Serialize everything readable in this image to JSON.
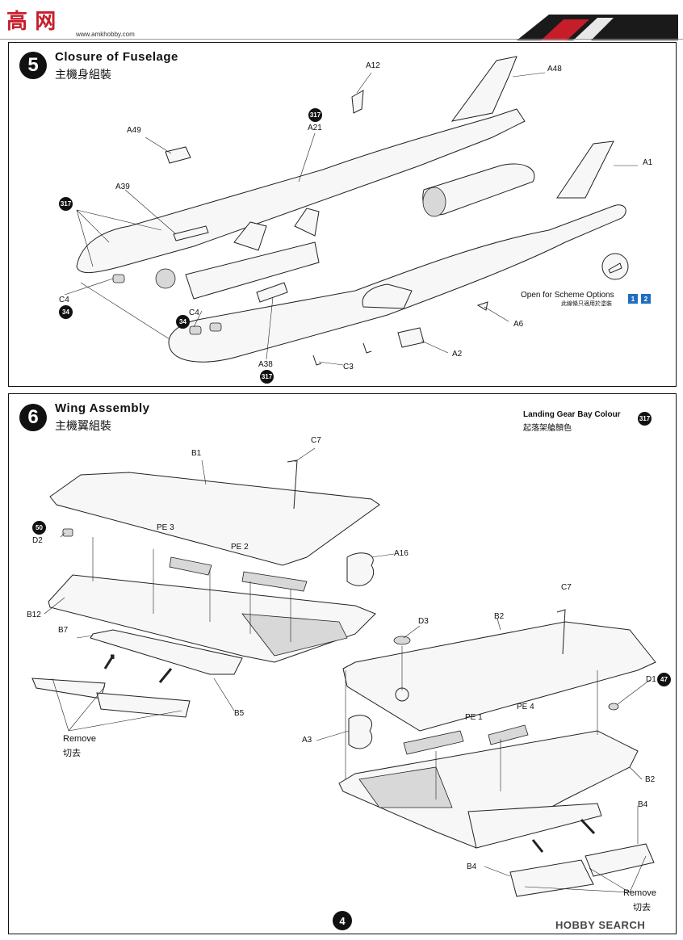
{
  "header": {
    "logo_text": "高 网",
    "site_url": "www.amkhobby.com"
  },
  "step5": {
    "number": "5",
    "title": "Closure of Fuselage",
    "subtitle": "主機身組裝",
    "labels": {
      "a12": "A12",
      "a48": "A48",
      "a49": "A49",
      "a21": "A21",
      "a1": "A1",
      "a39": "A39",
      "c4_left": "C4",
      "c4_mid": "C4",
      "a6": "A6",
      "a2": "A2",
      "a38": "A38",
      "c3": "C3"
    },
    "badges": {
      "b317_a21": "317",
      "b317_a39": "317",
      "b34_c4left": "34",
      "b34_c4mid": "34",
      "b317_a38": "317"
    },
    "scheme_note": "Open for Scheme Options",
    "scheme_note_cn": "此線條只適用於塗裝",
    "scheme_options": [
      "1",
      "2"
    ]
  },
  "step6": {
    "number": "6",
    "title": "Wing Assembly",
    "subtitle": "主機翼組裝",
    "gear_bay_note": "Landing Gear Bay Colour",
    "gear_bay_note_cn": "起落架艙顏色",
    "gear_bay_badge": "317",
    "labels": {
      "c7_top": "C7",
      "b1": "B1",
      "b50_badge": "50",
      "d2": "D2",
      "pe3": "PE 3",
      "pe2": "PE 2",
      "a16": "A16",
      "b12": "B12",
      "b7": "B7",
      "b5": "B5",
      "remove_left": "Remove",
      "remove_left_cn": "切去",
      "c7_right": "C7",
      "d3": "D3",
      "b2_top": "B2",
      "d1": "D1",
      "b47_badge": "47",
      "pe1": "PE 1",
      "pe4": "PE 4",
      "a3": "A3",
      "b2_right": "B2",
      "b4_top": "B4",
      "b4_bottom": "B4",
      "remove_right": "Remove",
      "remove_right_cn": "切去"
    }
  },
  "footer": {
    "page_number": "4",
    "watermark": "HOBBY SEARCH"
  }
}
